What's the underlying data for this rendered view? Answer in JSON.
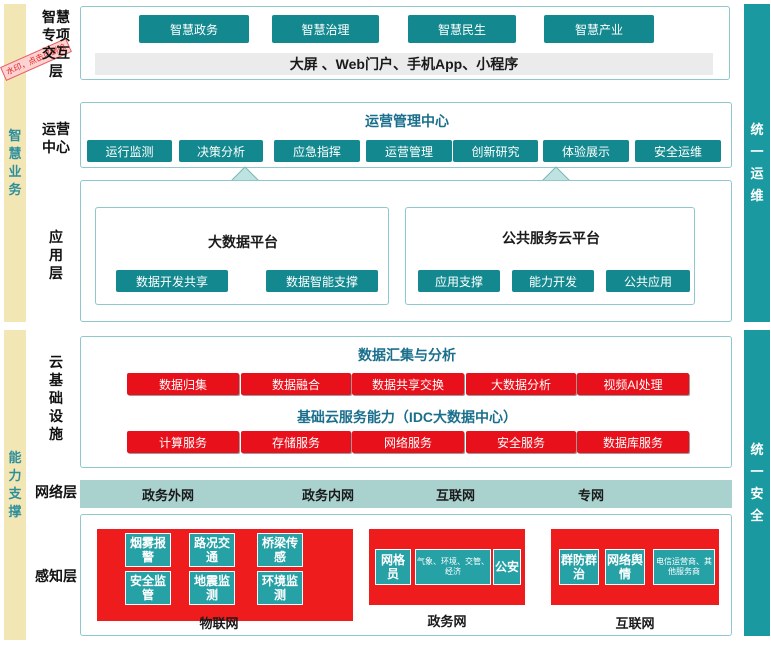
{
  "left_sections": {
    "top": "智慧业务",
    "bottom": "能力支撑"
  },
  "right_sections": {
    "top": "统一运维",
    "bottom": "统一安全"
  },
  "row_labels": {
    "special": "智慧专项",
    "interaction": "交互层",
    "operation": "运营中心",
    "application": "应用层",
    "cloud": "云基础设施",
    "network": "网络层",
    "perception": "感知层"
  },
  "stamp": "水印，点击可删除",
  "special_buttons": [
    "智慧政务",
    "智慧治理",
    "智慧民生",
    "智慧产业"
  ],
  "interaction_band": "大屏 、Web门户、手机App、小程序",
  "operation": {
    "title": "运营管理中心",
    "buttons": [
      "运行监测",
      "决策分析",
      "应急指挥",
      "运营管理",
      "创新研究",
      "体验展示",
      "安全运维"
    ]
  },
  "bigdata": {
    "title": "大数据平台",
    "buttons": [
      "数据开发共享",
      "数据智能支撑"
    ]
  },
  "publiccloud": {
    "title": "公共服务云平台",
    "buttons": [
      "应用支撑",
      "能力开发",
      "公共应用"
    ]
  },
  "cloud": {
    "title1": "数据汇集与分析",
    "row1": [
      "数据归集",
      "数据融合",
      "数据共享交换",
      "大数据分析",
      "视频AI处理"
    ],
    "title2": "基础云服务能力（IDC大数据中心）",
    "row2": [
      "计算服务",
      "存储服务",
      "网络服务",
      "安全服务",
      "数据库服务"
    ]
  },
  "network": [
    "政务外网",
    "政务内网",
    "互联网",
    "专网"
  ],
  "perception": {
    "iot": {
      "caption": "物联网",
      "tiles": [
        "烟雾报警",
        "路况交通",
        "桥梁传感",
        "安全监管",
        "地震监测",
        "环境监测"
      ]
    },
    "gov": {
      "caption": "政务网",
      "tiles": [
        "网格员",
        "气象、环境、交管、经济",
        "公安"
      ]
    },
    "internet": {
      "caption": "互联网",
      "tiles": [
        "群防群治",
        "网络舆情",
        "电信运营商、其他服务商"
      ]
    }
  },
  "colors": {
    "teal": "#13898f",
    "red": "#e8101a",
    "beige": "#f3e6b5",
    "right_bar": "#1a9aa0"
  }
}
